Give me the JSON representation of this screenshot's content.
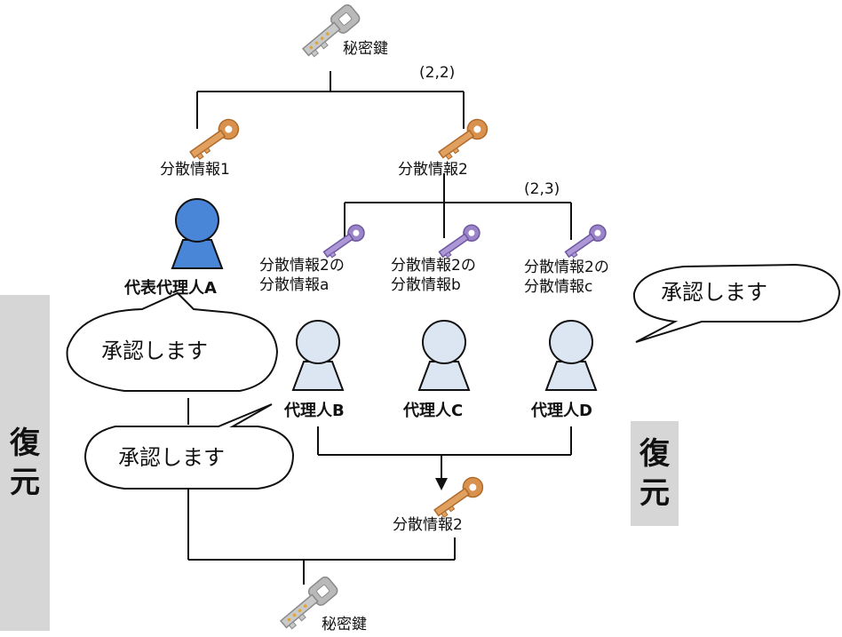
{
  "top_key_label": "秘密鍵",
  "bottom_key_label": "秘密鍵",
  "threshold_top": "(2,2)",
  "threshold_sub": "(2,3)",
  "share1_label": "分散情報1",
  "share2_label": "分散情報2",
  "restored_share2_label": "分散情報2",
  "subshares": [
    {
      "line1": "分散情報2の",
      "line2": "分散情報a"
    },
    {
      "line1": "分散情報2の",
      "line2": "分散情報b"
    },
    {
      "line1": "分散情報2の",
      "line2": "分散情報c"
    }
  ],
  "agents": {
    "a": "代表代理人A",
    "b": "代理人B",
    "c": "代理人C",
    "d": "代理人D"
  },
  "approvals": {
    "bubble_a": "承認します",
    "bubble_b": "承認します",
    "bubble_d": "承認します"
  },
  "restore_left": {
    "c1": "復",
    "c2": "元"
  },
  "restore_right": {
    "c1": "復",
    "c2": "元"
  },
  "colors": {
    "silver_key": "#b9b9b9",
    "orange_key": "#d9924e",
    "purple_key": "#9b84c8",
    "agent_a_fill": "#4a86d8",
    "agent_fill": "#dce6f3",
    "restore_bg": "#d6d6d6"
  }
}
